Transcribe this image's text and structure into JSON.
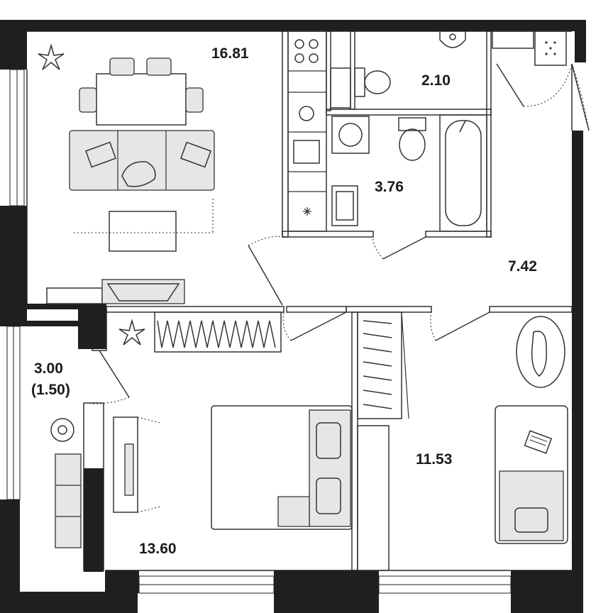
{
  "rooms": {
    "living_kitchen": {
      "area": "16.81"
    },
    "wc": {
      "area": "2.10"
    },
    "bathroom": {
      "area": "3.76"
    },
    "hall": {
      "area": "7.42"
    },
    "balcony": {
      "area": "3.00",
      "reduced_area": "(1.50)"
    },
    "bedroom": {
      "area": "13.60"
    },
    "kids_room": {
      "area": "11.53"
    }
  },
  "colors": {
    "wall": "#1f1f1f",
    "line": "#333333",
    "furniture_fill": "#e6e6e6",
    "background": "#ffffff"
  },
  "icons": [
    "fan-icon",
    "fan-icon",
    "dog-rug-icon",
    "laptop-icon",
    "cat-icon",
    "snowflake-icon"
  ]
}
